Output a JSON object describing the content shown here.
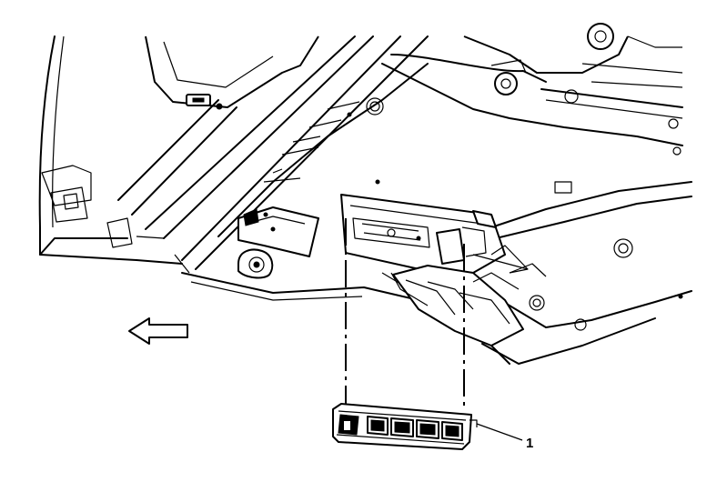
{
  "callouts": [
    {
      "id": "1",
      "text": "1"
    }
  ],
  "direction_arrow": {
    "icon": "arrow-left-icon",
    "meaning": "forward"
  },
  "colors": {
    "line": "#000000",
    "background": "#ffffff"
  }
}
